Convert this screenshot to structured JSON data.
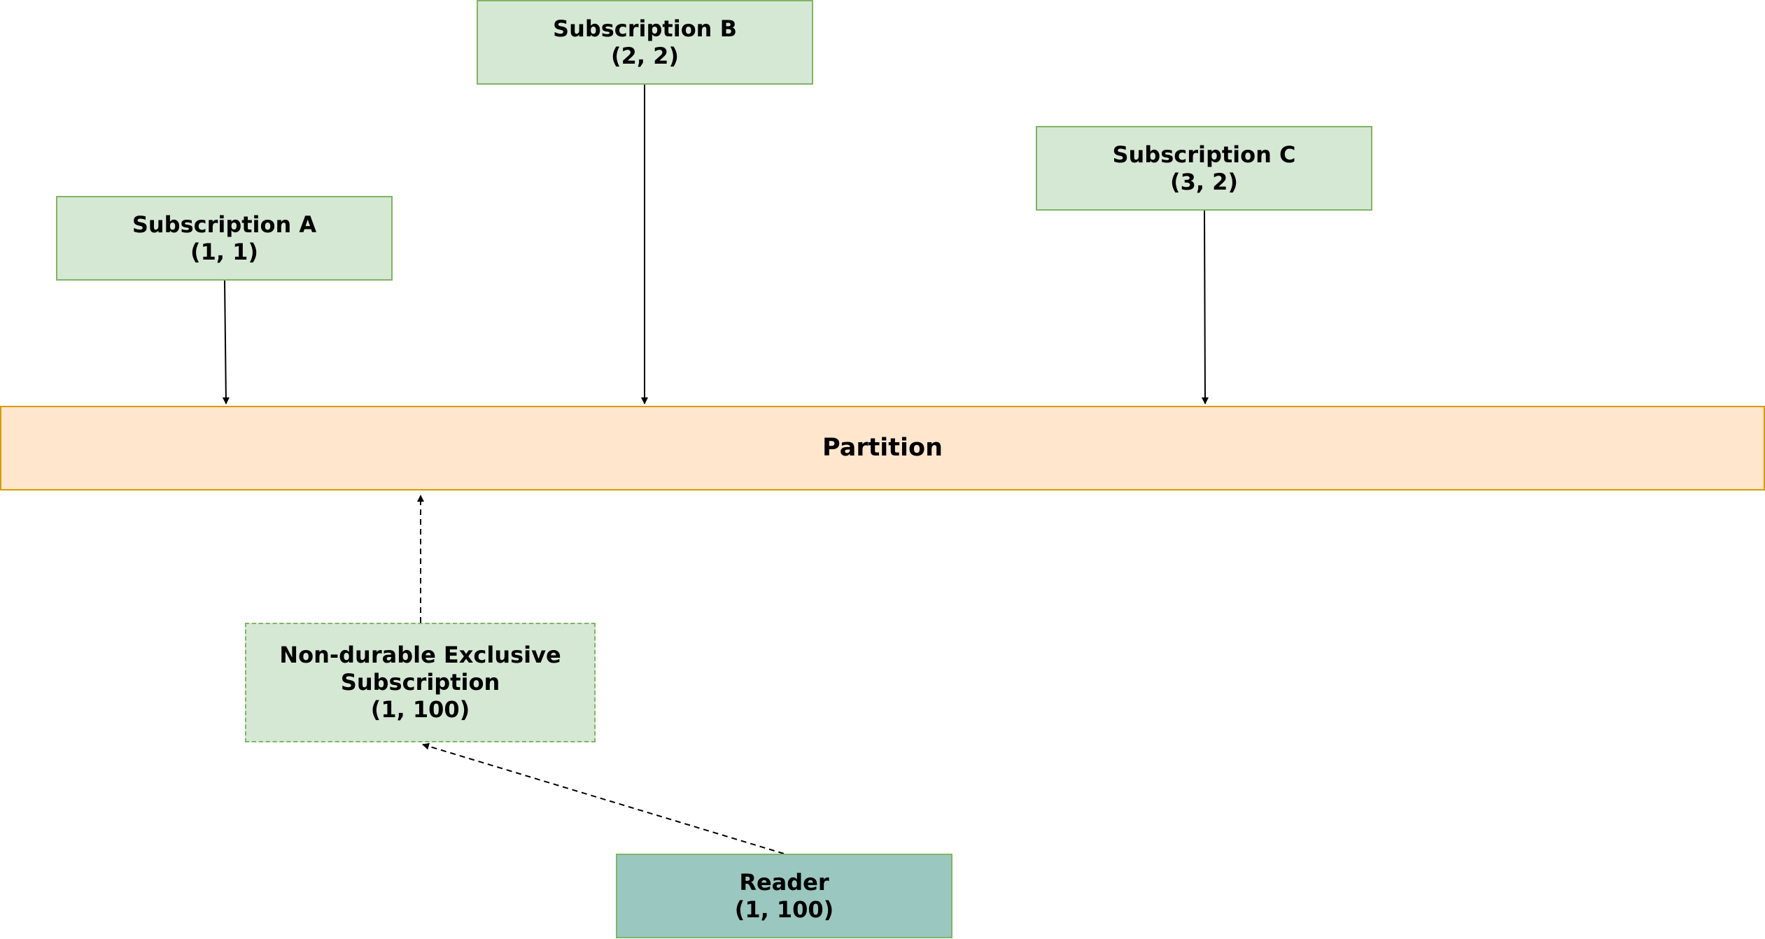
{
  "nodes": {
    "subscription_a": {
      "name": "Subscription A",
      "value": "(1, 1)"
    },
    "subscription_b": {
      "name": "Subscription B",
      "value": "(2, 2)"
    },
    "subscription_c": {
      "name": "Subscription C",
      "value": "(3, 2)"
    },
    "partition": {
      "name": "Partition"
    },
    "nondurable": {
      "line1": "Non-durable Exclusive",
      "line2": "Subscription",
      "value": "(1, 100)"
    },
    "reader": {
      "name": "Reader",
      "value": "(1, 100)"
    }
  },
  "edges": [
    {
      "from": "subscription_a",
      "to": "partition",
      "style": "solid"
    },
    {
      "from": "subscription_b",
      "to": "partition",
      "style": "solid"
    },
    {
      "from": "subscription_c",
      "to": "partition",
      "style": "solid"
    },
    {
      "from": "nondurable",
      "to": "partition",
      "style": "dashed"
    },
    {
      "from": "reader",
      "to": "nondurable",
      "style": "dashed"
    }
  ],
  "colors": {
    "subscription_fill": "#d5e8d4",
    "subscription_border": "#82b366",
    "partition_fill": "#ffe6cc",
    "partition_border": "#d79b00",
    "reader_fill": "#9ac7bf",
    "edge": "#000000"
  }
}
